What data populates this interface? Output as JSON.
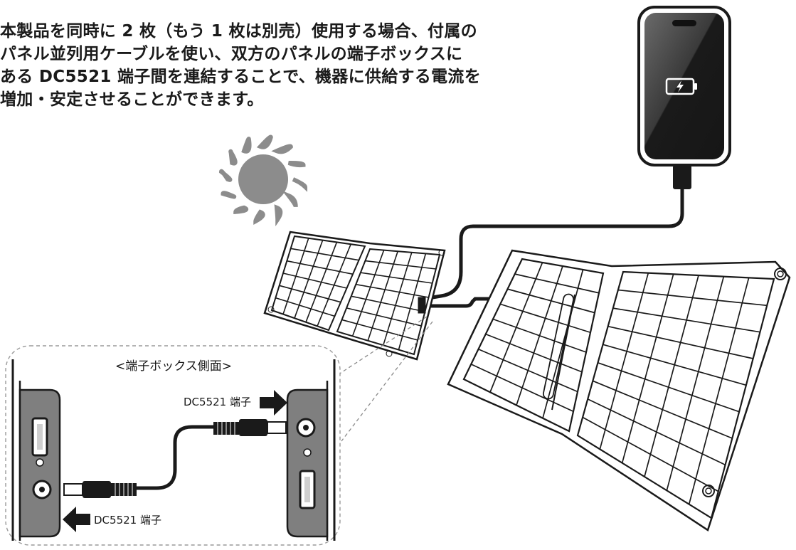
{
  "intro": {
    "lines": [
      "本製品を同時に 2 枚（もう 1 枚は別売）使用する場合、付属の",
      "パネル並列用ケーブルを使い、双方のパネルの端子ボックスに",
      "ある DC5521 端子間を連結することで、機器に供給する電流を",
      "増加・安定させることができます。"
    ]
  },
  "inset": {
    "title": "<端子ボックス側面>",
    "connector_right": "DC5521 端子",
    "connector_left": "DC5521 端子"
  },
  "icons": [
    "sun-icon",
    "smartphone-icon",
    "battery-charging-icon",
    "arrow-right-icon",
    "arrow-left-icon",
    "usb-port-icon",
    "dc-port-icon"
  ],
  "colors": {
    "ink": "#1a1a1a",
    "sun": "#8c8c8c",
    "box": "#7f7f7f",
    "screen": "#1e1e1e"
  }
}
